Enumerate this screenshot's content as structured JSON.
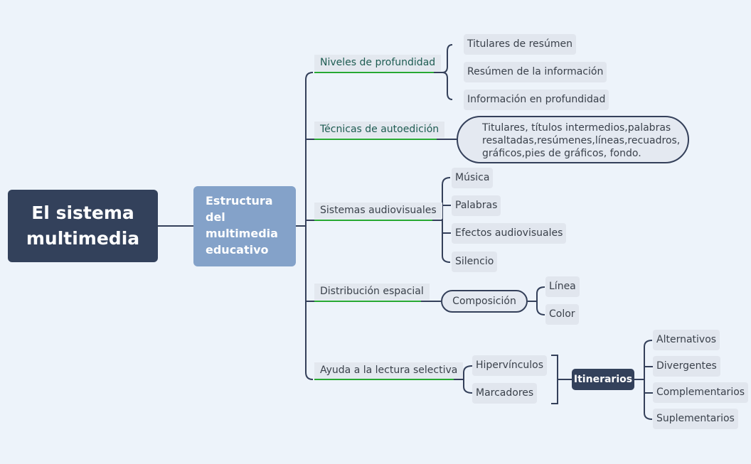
{
  "root": {
    "label": "El sistema multimedia"
  },
  "main": {
    "label": "Estructura del multimedia educativo"
  },
  "branches": {
    "niveles": {
      "label": "Niveles de profundidad",
      "items": [
        "Titulares de resúmen",
        "Resúmen de la información",
        "Información en profundidad"
      ]
    },
    "tecnicas": {
      "label": "Técnicas de autoedición",
      "detail": "Titulares, títulos intermedios,palabras resaltadas,resúmenes,líneas,recuadros, gráficos,pies de gráficos, fondo."
    },
    "sistemas": {
      "label": "Sistemas audiovisuales",
      "items": [
        "Música",
        "Palabras",
        "Efectos audiovisuales",
        "Silencio"
      ]
    },
    "distribucion": {
      "label": "Distribución espacial",
      "composicion": "Composición",
      "items": [
        "Línea",
        "Color"
      ]
    },
    "ayuda": {
      "label": "Ayuda a la lectura selectiva",
      "items": [
        "Hipervínculos",
        "Marcadores"
      ],
      "itinerarios": "Itinerarios",
      "tipos": [
        "Alternativos",
        "Divergentes",
        "Complementarios",
        "Suplementarios"
      ]
    }
  },
  "colors": {
    "background": "#edf3fa",
    "root": "#33415b",
    "main": "#84a2c9",
    "connector": "#34405a",
    "underline": "#27a832"
  }
}
